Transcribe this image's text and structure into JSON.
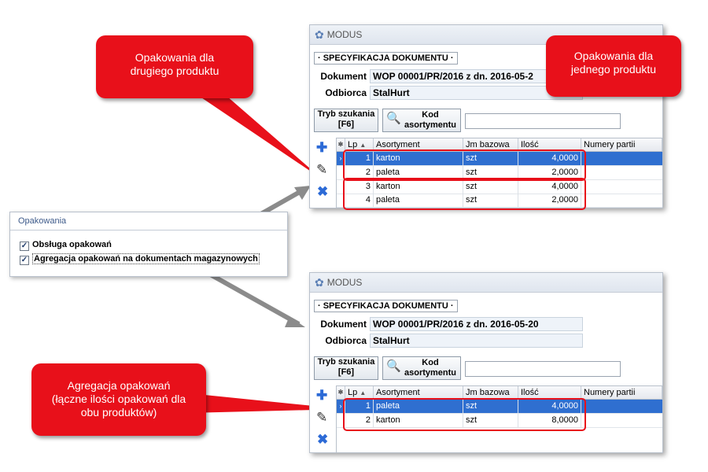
{
  "window_title": "MODUS",
  "section_header": "· SPECYFIKACJA DOKUMENTU ·",
  "labels": {
    "document": "Dokument",
    "recipient": "Odbiorca"
  },
  "buttons": {
    "search_mode": "Tryb szukania\n[F6]",
    "code": "Kod\nasortymentu"
  },
  "columns": [
    "Lp",
    "Asortyment",
    "Jm bazowa",
    "Ilość",
    "Numery partii"
  ],
  "top_window": {
    "document_value": "WOP 00001/PR/2016 z dn. 2016-05-2",
    "recipient_value": "StalHurt",
    "rows": [
      {
        "lp": "1",
        "item": "karton",
        "unit": "szt",
        "qty": "4,0000"
      },
      {
        "lp": "2",
        "item": "paleta",
        "unit": "szt",
        "qty": "2,0000"
      },
      {
        "lp": "3",
        "item": "karton",
        "unit": "szt",
        "qty": "4,0000"
      },
      {
        "lp": "4",
        "item": "paleta",
        "unit": "szt",
        "qty": "2,0000"
      }
    ]
  },
  "bottom_window": {
    "document_value": "WOP 00001/PR/2016 z dn. 2016-05-20",
    "recipient_value": "StalHurt",
    "rows": [
      {
        "lp": "1",
        "item": "paleta",
        "unit": "szt",
        "qty": "4,0000"
      },
      {
        "lp": "2",
        "item": "karton",
        "unit": "szt",
        "qty": "8,0000"
      }
    ]
  },
  "settings_panel": {
    "title": "Opakowania",
    "options": [
      {
        "label": "Obsługa opakowań",
        "checked": true
      },
      {
        "label": "Agregacja opakowań na dokumentach magazynowych",
        "checked": true
      }
    ]
  },
  "callouts": {
    "second_product": "Opakowania dla\ndrugiego produktu",
    "one_product": "Opakowania dla\njednego produktu",
    "aggregation": "Agregacja opakowań\n(łączne ilości opakowań dla\nobu produktów)"
  },
  "colors": {
    "callout_red": "#e8101a",
    "selection_blue": "#2f6fd0",
    "field_bg": "#eef3f9"
  }
}
